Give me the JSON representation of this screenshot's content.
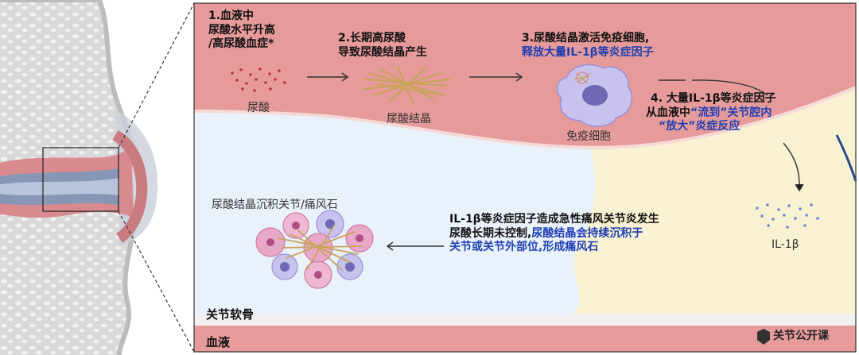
{
  "steps": {
    "step1": [
      "1.血液中",
      "尿酸水平升高",
      "/高尿酸血症*"
    ],
    "step2": [
      "2.长期高尿酸",
      "导致尿酸结晶产生"
    ],
    "step3": {
      "line1": "3.尿酸结晶激活免疫细胞,",
      "line2": "释放大量IL-1β等炎症因子"
    },
    "step4": {
      "line1": "4. 大量IL-1β等炎症因子",
      "line2_a": "从血液中",
      "line2_b": "“流到”关节腔内",
      "line3_a": "“放大”",
      "line3_b": "炎症反应"
    },
    "step5": {
      "line1": "IL-1β等炎症因子造成急性痛风关节炎发生",
      "line2_a": "尿酸长期未控制,",
      "line2_b": "尿酸结晶会持续沉积于",
      "line3": "关节或关节外部位,形成痛风石"
    }
  },
  "labels": {
    "uric_acid": "尿酸",
    "crystal": "尿酸结晶",
    "immune_cell": "免疫细胞",
    "il1b": "IL-1β",
    "tophus": "尿酸结晶沉积关节/痛风石",
    "cartilage": "关节软骨",
    "blood": "血液",
    "watermark": "关节公开课"
  },
  "colors": {
    "blood_pink": "#e69a9a",
    "joint_blue": "#e9f1fa",
    "joint_yellow": "#f8f1d2",
    "bone_grey": "#cfcfcf",
    "text_blue": "#1f3fb3"
  }
}
